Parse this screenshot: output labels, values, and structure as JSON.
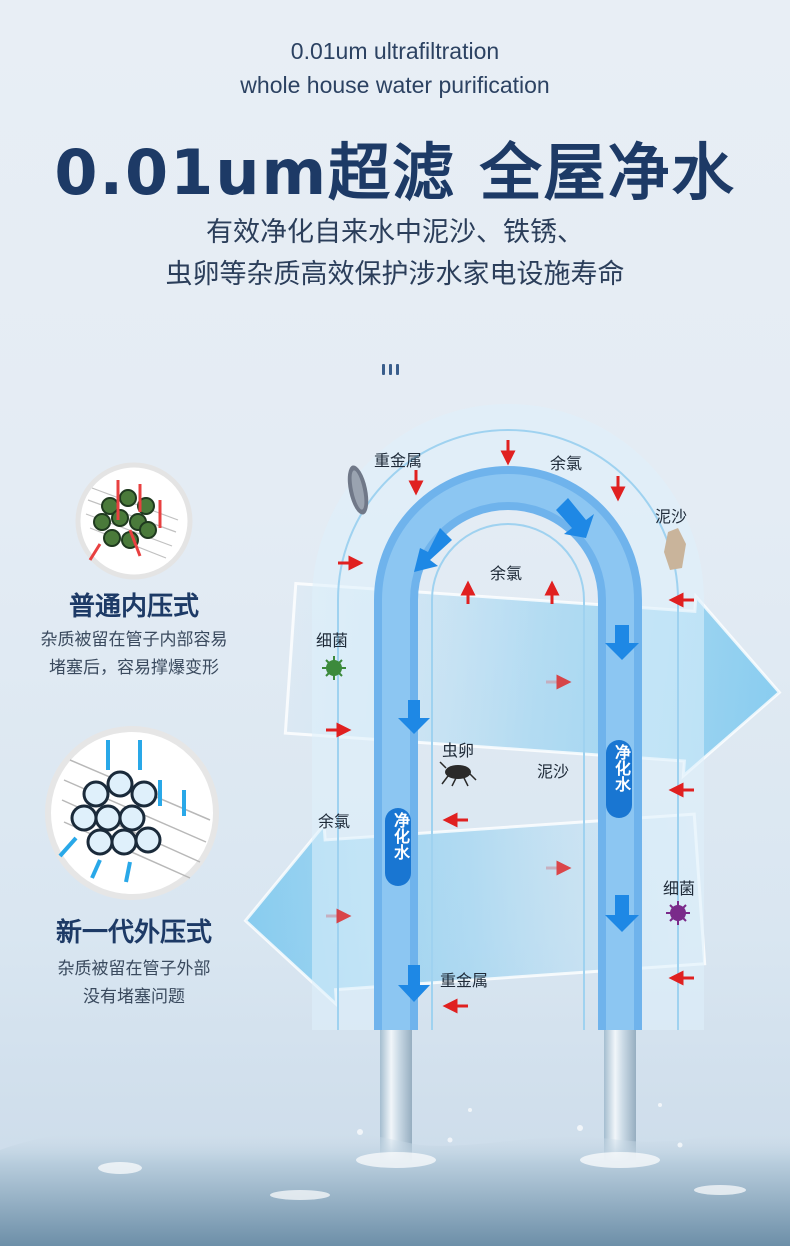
{
  "header": {
    "en_line_1": "0.01um ultrafiltration",
    "en_line_2": "whole house water purification",
    "headline": "0.01um超滤 全屋净水",
    "subtitle_1": "有效净化自来水中泥沙、铁锈、",
    "subtitle_2": "虫卵等杂质高效保护涉水家电设施寿命"
  },
  "left_panel": {
    "type_1": {
      "title": "普通内压式",
      "desc_1": "杂质被留在管子内部容易",
      "desc_2": "堵塞后，容易撑爆变形"
    },
    "type_2": {
      "title": "新一代外压式",
      "desc_1": "杂质被留在管子外部",
      "desc_2": "没有堵塞问题"
    }
  },
  "diagram": {
    "labels": {
      "heavy_metal_top": "重金属",
      "chlorine_top": "余氯",
      "sediment_top": "泥沙",
      "chlorine_inner": "余氯",
      "bacteria_left": "细菌",
      "insect_eggs": "虫卵",
      "sediment_mid": "泥沙",
      "chlorine_left": "余氯",
      "bacteria_right": "细菌",
      "heavy_metal_bottom": "重金属"
    },
    "pure_water_label": "净化水"
  },
  "colors": {
    "title": "#1d3a66",
    "pipe_blue": "#6fb3ec",
    "inflow_arrow": "#e02020",
    "flow_arrow": "#1e88e5"
  },
  "icons": [
    "dots-indicator-icon",
    "inner-pressure-fiber-icon",
    "outer-pressure-fiber-icon",
    "red-inflow-arrow-icon",
    "blue-flow-arrow-icon",
    "bacteria-icon",
    "insect-egg-icon",
    "heavy-metal-icon",
    "sediment-icon",
    "water-stream-icon",
    "water-splash-icon"
  ]
}
